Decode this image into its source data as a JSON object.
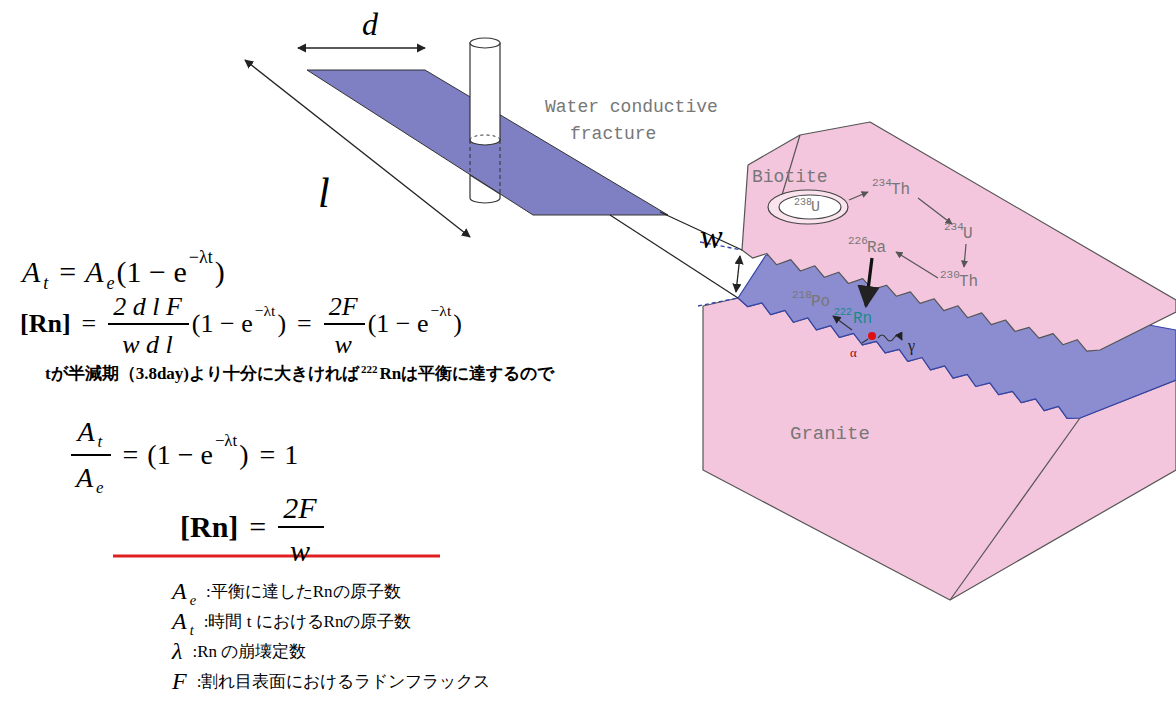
{
  "diagram": {
    "labels": [
      "d",
      "l",
      "Water conductive",
      "fracture",
      "w",
      "Biotite",
      "238",
      "U",
      "234",
      "Th",
      "226",
      "Ra",
      "234",
      "U",
      "230",
      "Th",
      "218",
      "Po",
      "222",
      "Rn",
      "α",
      "γ",
      "Granite",
      "A",
      "t",
      "=",
      "A",
      "e",
      "(1 − e",
      "−λt",
      ")",
      "[Rn]",
      "=",
      "2 d l F",
      "w d l",
      "(1 − e",
      "−λt",
      ")",
      "=",
      "2F",
      "w",
      "(1 − e",
      "−λt",
      ")",
      "tが半減期（3.8day)より十分に大きければ",
      "222",
      "Rnは平衡に達するので",
      "A",
      "t",
      "A",
      "e",
      "=",
      "(1 − e",
      "−λt",
      ")",
      "=",
      "1",
      "[Rn]",
      "=",
      "2F",
      "w",
      "A",
      "e",
      ":平衡に達したRnの原子数",
      "A",
      "t",
      ":時間 t におけるRnの原子数",
      "λ",
      ":Rn の崩壊定数",
      "F",
      ":割れ目表面におけるラドンフラックス"
    ]
  }
}
